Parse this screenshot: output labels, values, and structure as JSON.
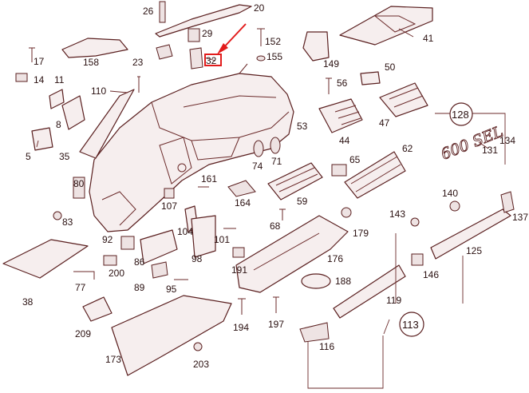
{
  "callouts": {
    "c5": "5",
    "c8": "8",
    "c11": "11",
    "c14": "14",
    "c17": "17",
    "c20": "20",
    "c23": "23",
    "c26": "26",
    "c29": "29",
    "c32": "32",
    "c35": "35",
    "c38": "38",
    "c41": "41",
    "c44": "44",
    "c47": "47",
    "c50": "50",
    "c53": "53",
    "c56": "56",
    "c59": "59",
    "c62": "62",
    "c65": "65",
    "c68": "68",
    "c71": "71",
    "c74": "74",
    "c77": "77",
    "c80": "80",
    "c83": "83",
    "c86": "86",
    "c89": "89",
    "c92": "92",
    "c95": "95",
    "c98": "98",
    "c101": "101",
    "c104": "104",
    "c107": "107",
    "c110": "110",
    "c113": "113",
    "c116": "116",
    "c119": "119",
    "c125": "125",
    "c128": "128",
    "c131": "131",
    "c134": "134",
    "c137": "137",
    "c140": "140",
    "c143": "143",
    "c146": "146",
    "c149": "149",
    "c152": "152",
    "c155": "155",
    "c158": "158",
    "c161": "161",
    "c164": "164",
    "c173": "173",
    "c176": "176",
    "c179": "179",
    "c188": "188",
    "c191": "191",
    "c194": "194",
    "c197": "197",
    "c200": "200",
    "c203": "203",
    "c209": "209"
  },
  "badge_text": "600 SEL",
  "highlight_color": "#e21c1c"
}
